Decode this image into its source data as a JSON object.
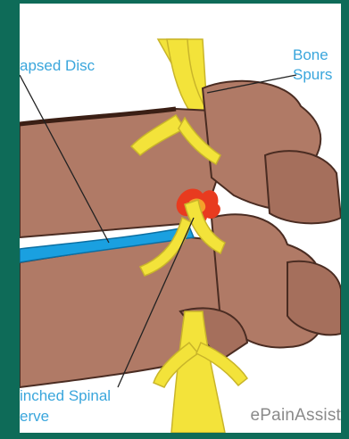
{
  "labels": {
    "collapsed_disc": "apsed Disc",
    "bone_spurs_line1": "Bone",
    "bone_spurs_line2": "Spurs",
    "pinched_nerve_line1": "inched Spinal",
    "pinched_nerve_line2": "erve"
  },
  "watermark": "ePainAssist",
  "colors": {
    "border": "#0e6b58",
    "label": "#3aa6dc",
    "bone": "#b07a66",
    "nerve": "#f3e33a",
    "disc": "#1aa0e0",
    "inflammation": "#e83b1f"
  }
}
